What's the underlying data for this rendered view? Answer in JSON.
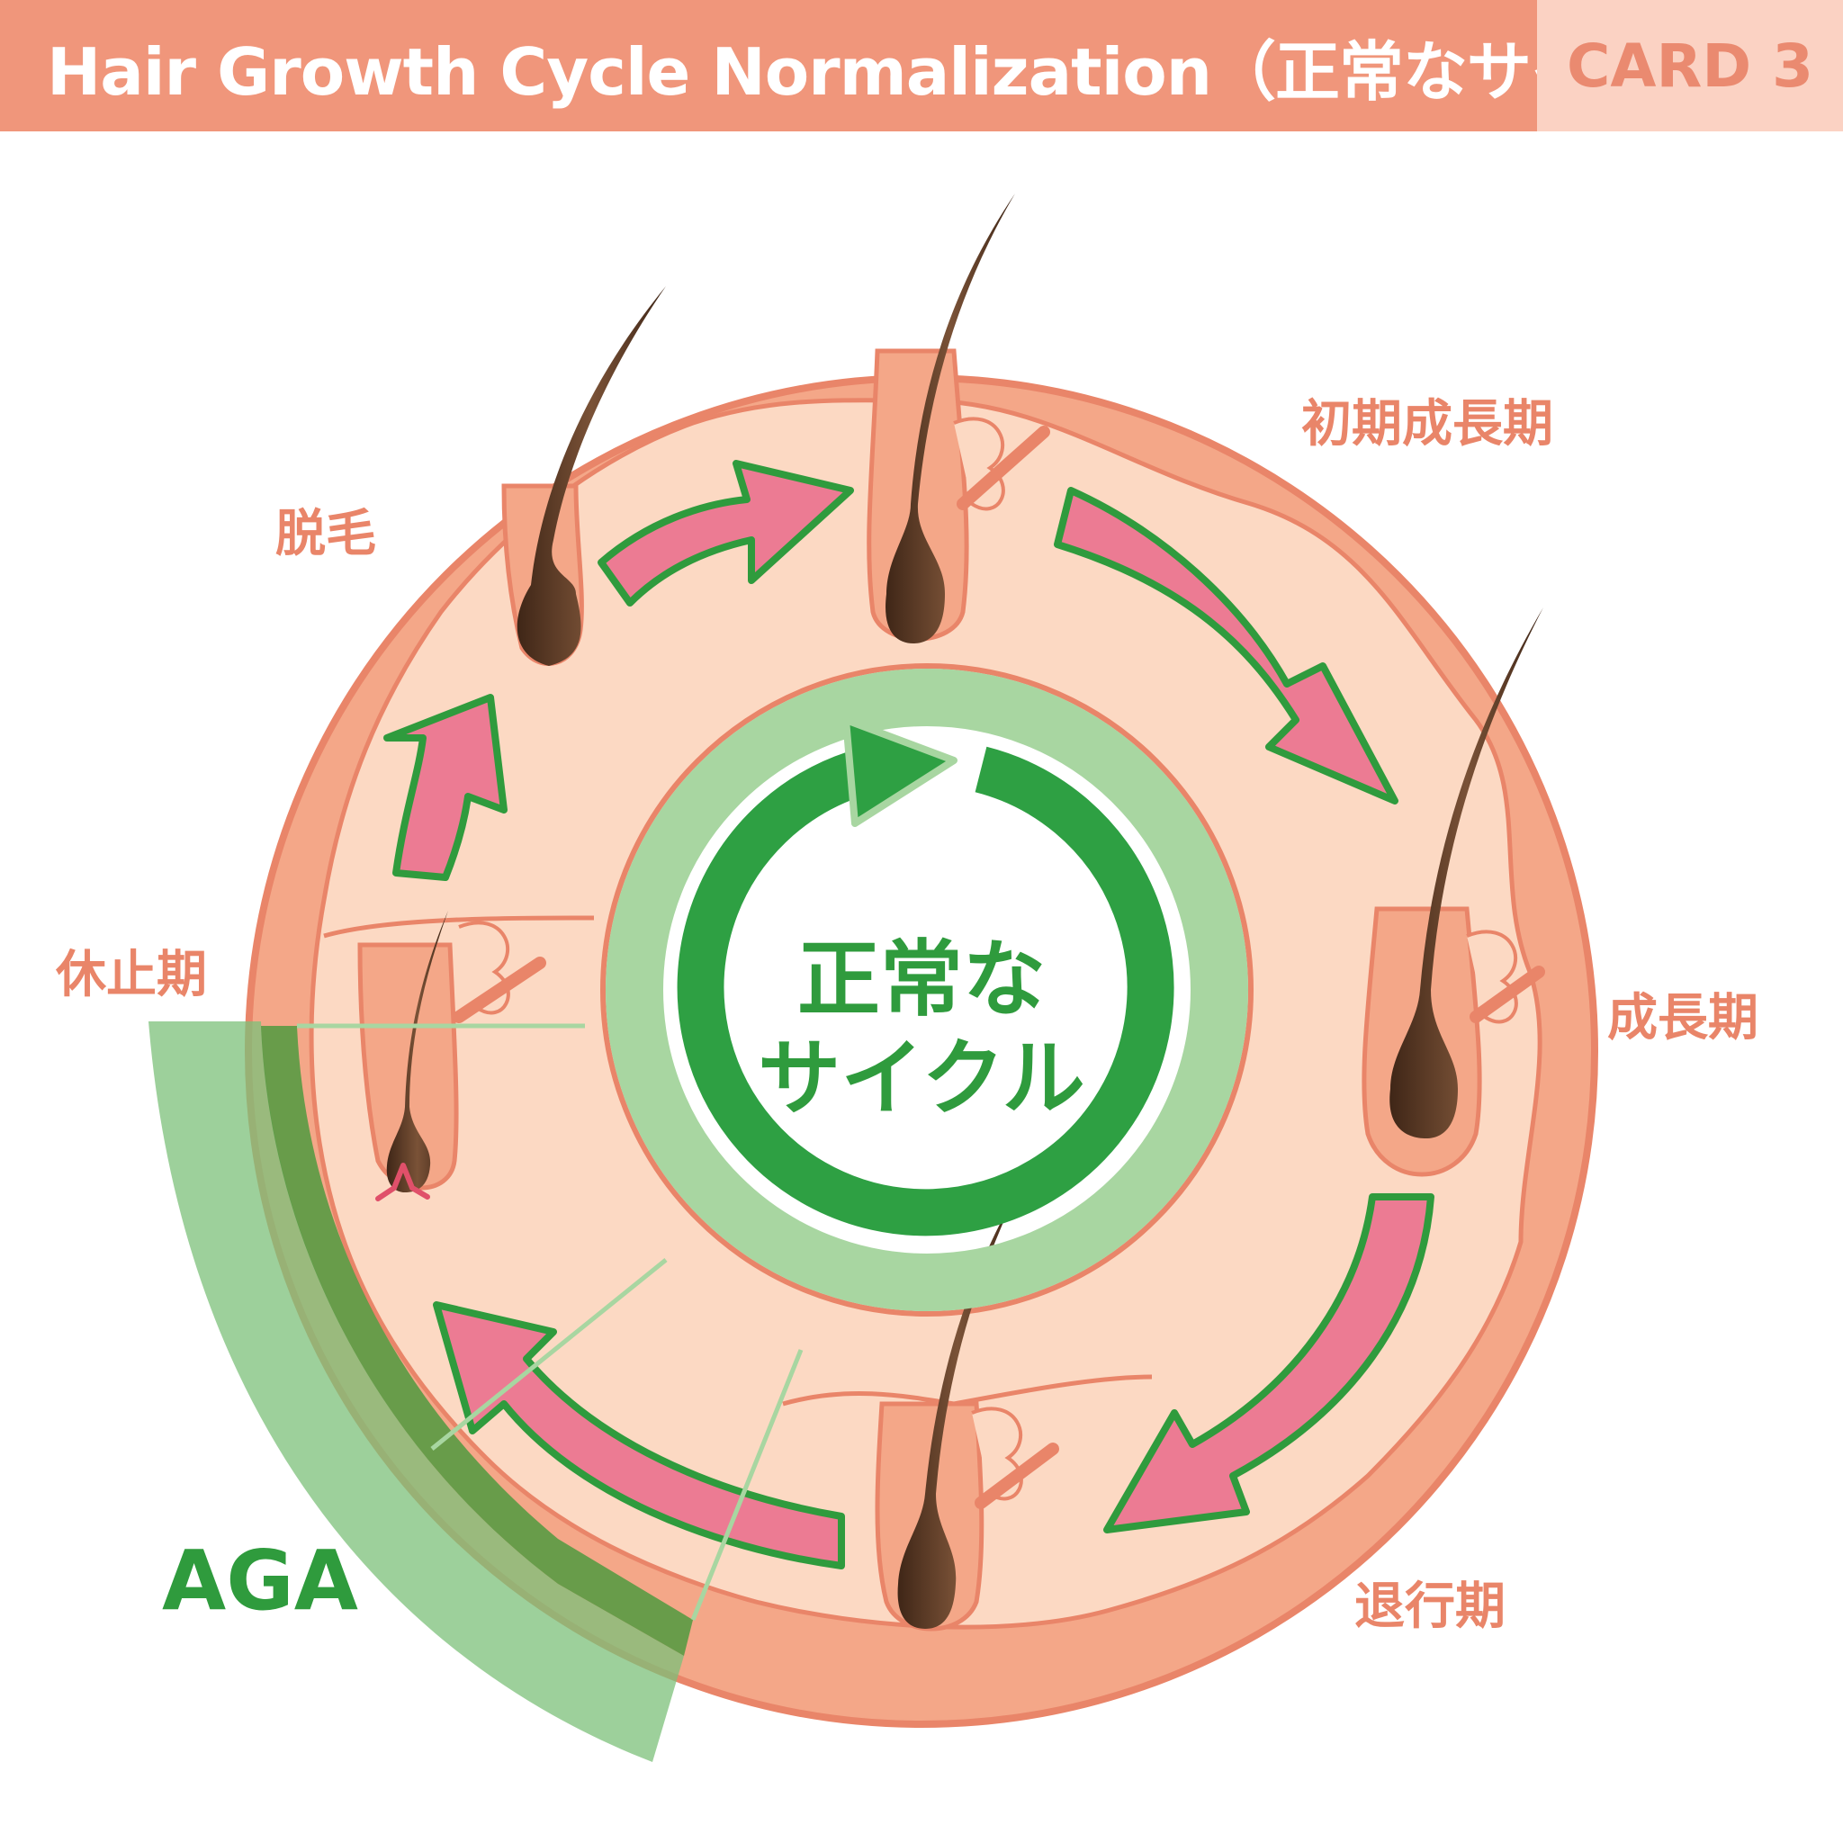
{
  "header": {
    "title": "Hair Growth Cycle Normalization（正常なサイクル）",
    "card": "CARD 3"
  },
  "phases": {
    "early_anagen": "初期成長期",
    "anagen": "成長期",
    "catagen": "退行期",
    "telogen": "休止期",
    "shedding": "脱毛"
  },
  "center": {
    "line1": "正常な",
    "line2": "サイクル"
  },
  "aga_label": "AGA",
  "colors": {
    "header_bg": "#f0967b",
    "badge_bg": "#fbd2c3",
    "label": "#e98569",
    "skin_outer": "#f4a788",
    "skin_inner": "#fcd9c3",
    "arrow_pink": "#ec7b93",
    "arrow_green_outline": "#2f9b3d",
    "cycle_green": "#2ea043",
    "aga_green": "#7cc07a",
    "hair": "#5a3a26"
  }
}
